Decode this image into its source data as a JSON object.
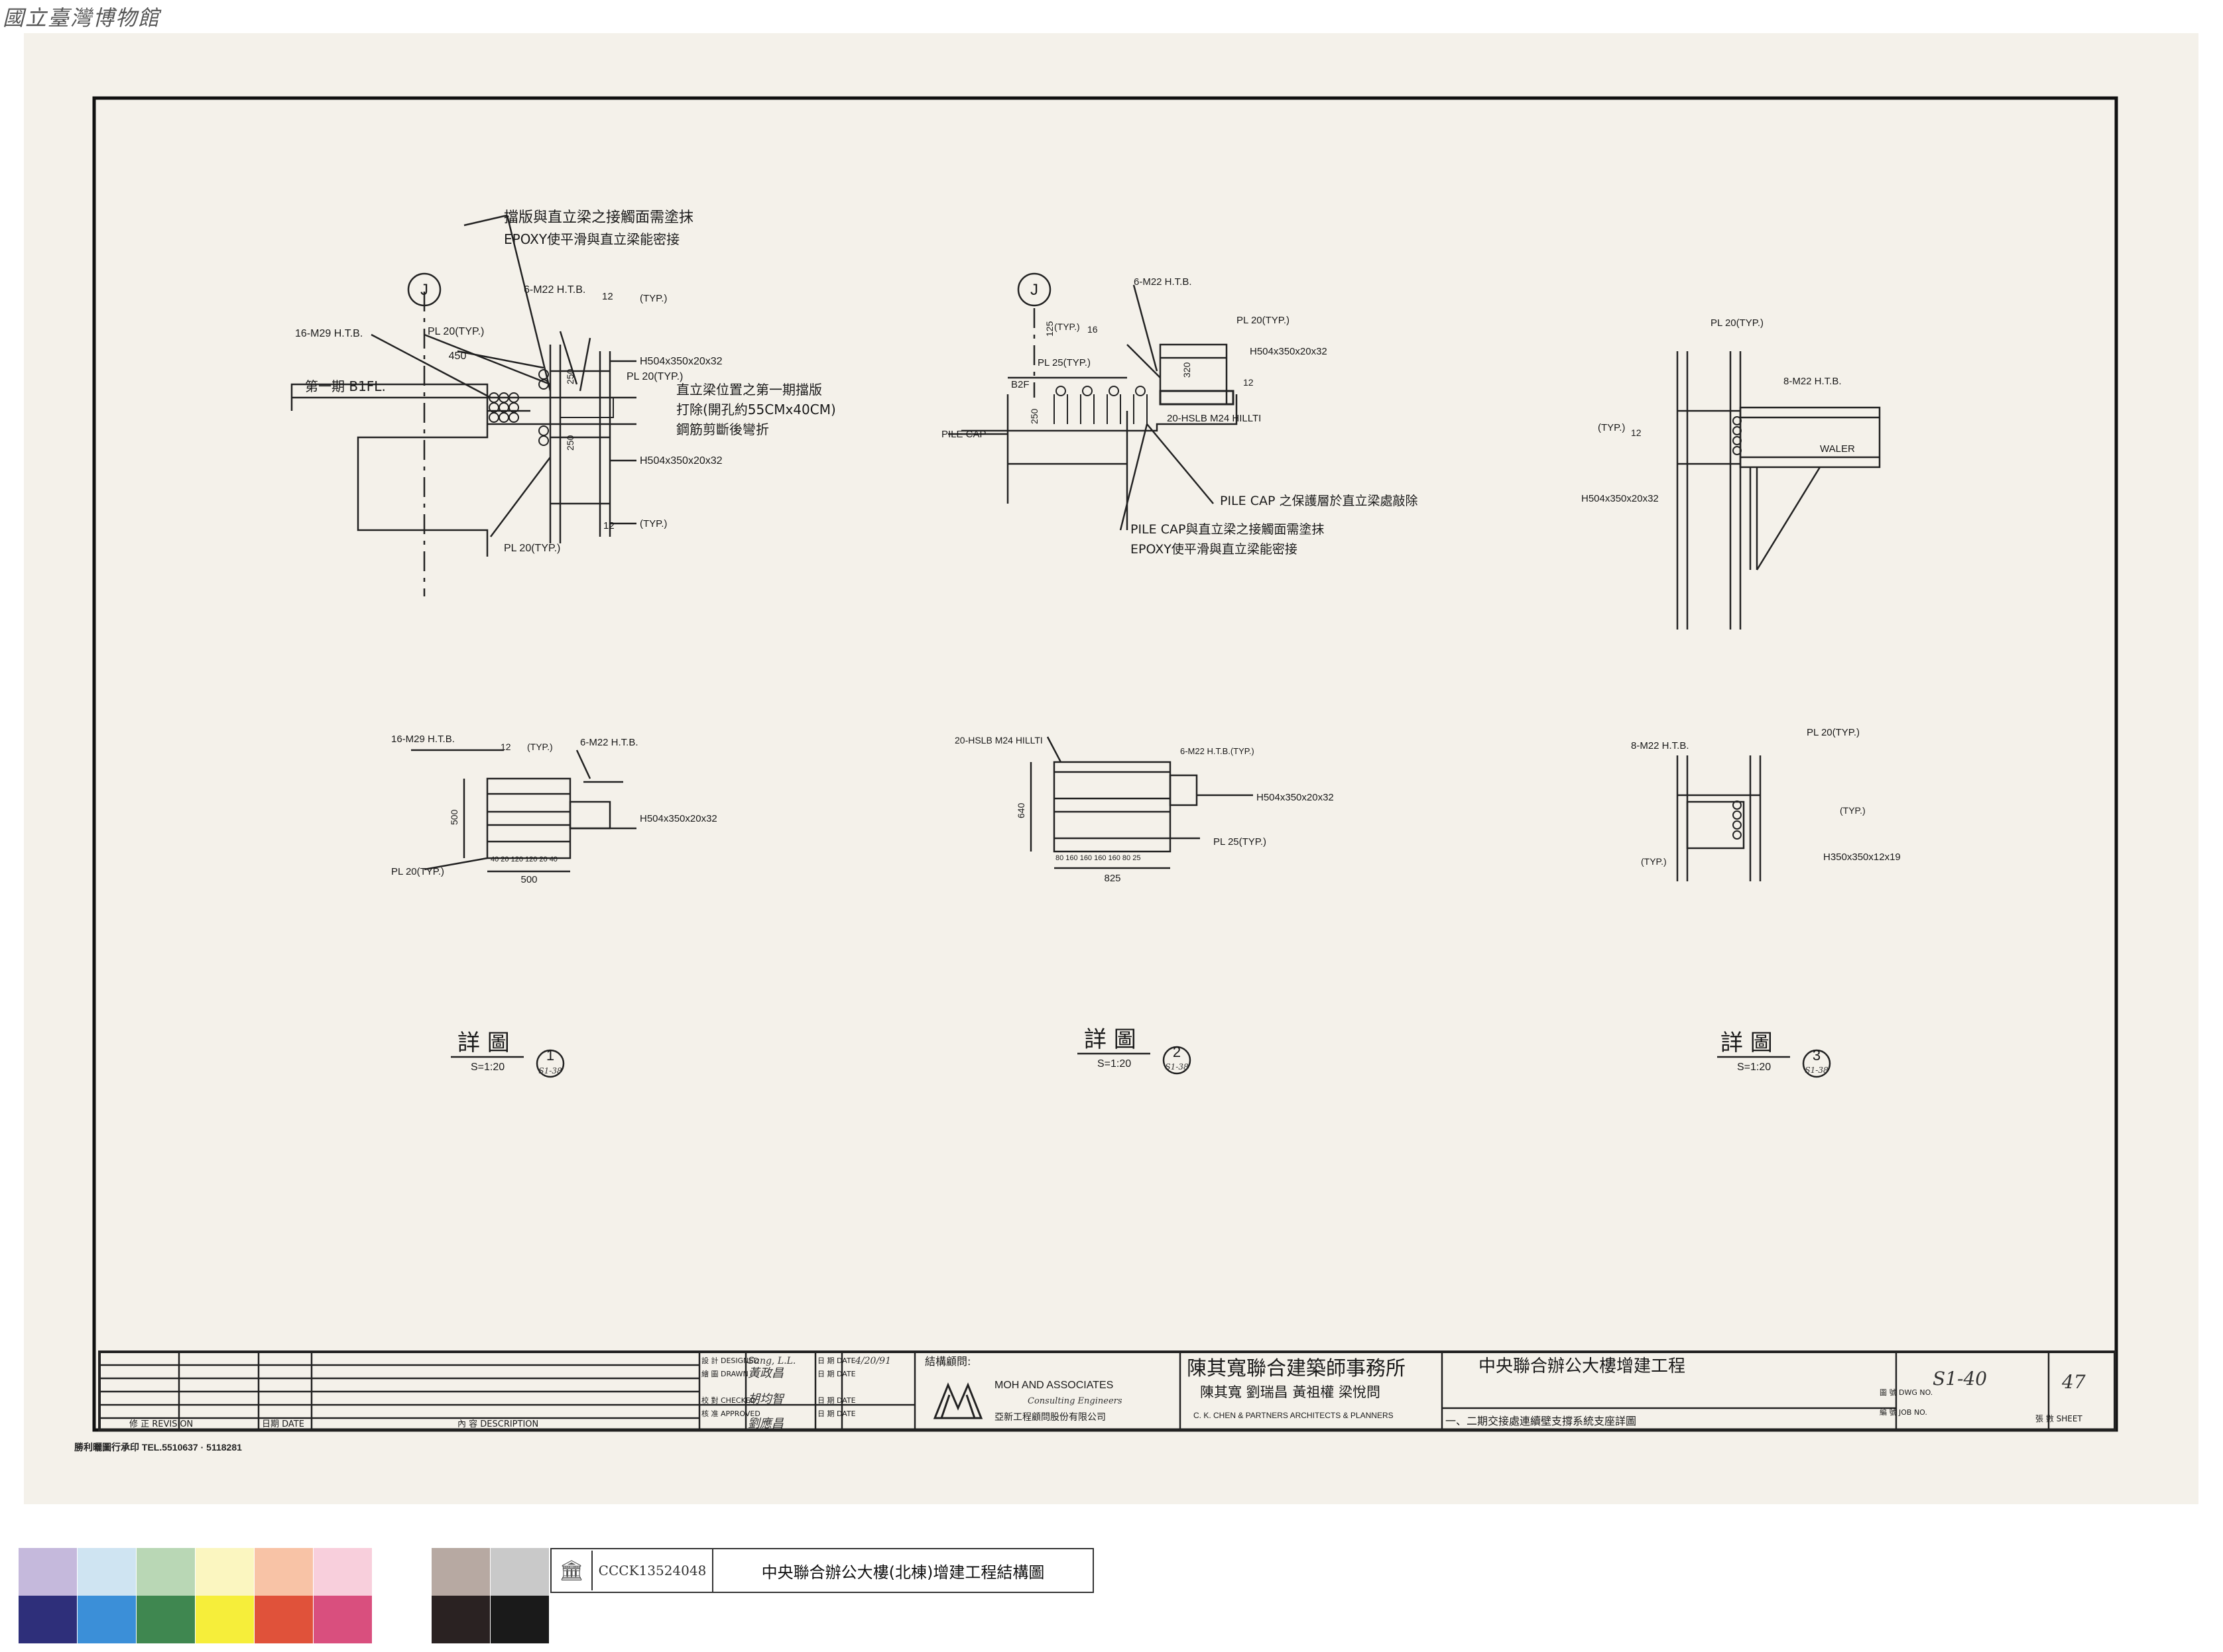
{
  "watermark": "國立臺灣博物館",
  "colors": {
    "paper": "#f4f1ea",
    "ink": "#1a1a1a"
  },
  "detail1": {
    "note_top_1": "擋版與直立梁之接觸面需塗抹",
    "note_top_2": "EPOXY使平滑與直立梁能密接",
    "grid": "J",
    "bolts_main": "16-M29 H.T.B.",
    "bolts_side": "6-M22 H.T.B.",
    "plate_1": "PL 20(TYP.)",
    "dim_450": "450",
    "weld_12a": "12",
    "typ": "(TYP.)",
    "floor_label": "第一期 B1FL.",
    "plate_2": "PL 20(TYP.)",
    "dim_250a": "250",
    "dim_250b": "250",
    "beam_a": "H504x350x20x32",
    "beam_b": "H504x350x20x32",
    "note_mid_1": "直立梁位置之第一期擋版",
    "note_mid_2": "打除(開孔約55CMx40CM)",
    "note_mid_3": "鋼筋剪斷後彎折",
    "weld_12b": "12",
    "plate_3": "PL 20(TYP.)",
    "section_bolts_main": "16-M29 H.T.B.",
    "section_bolts_side": "6-M22 H.T.B.",
    "section_beam": "H504x350x20x32",
    "section_plate": "PL 20(TYP.)",
    "dim_500h": "500",
    "dim_500w": "500",
    "section_dims": "40 20 120 120 20 40",
    "title": "詳 圖",
    "num": "1",
    "ref": "S1-38",
    "scale": "S=1:20"
  },
  "detail2": {
    "grid": "J",
    "bolts": "6-M22 H.T.B.",
    "plate_a": "PL 20(TYP.)",
    "plate_b": "PL 25(TYP.)",
    "beam": "H504x350x20x32",
    "dim_125": "125",
    "weld_16": "16",
    "level": "B2F",
    "dim_250": "250",
    "dim_320": "320",
    "typ": "(TYP.)",
    "weld_12": "12",
    "anchor": "20-HSLB M24 HILLTI",
    "pile_cap": "PILE CAP",
    "note_1": "PILE CAP 之保護層於直立梁處敲除",
    "note_2": "PILE CAP與直立梁之接觸面需塗抹",
    "note_3": "EPOXY使平滑與直立梁能密接",
    "section_anchor": "20-HSLB M24 HILLTI",
    "section_bolts": "6-M22 H.T.B.(TYP.)",
    "section_beam": "H504x350x20x32",
    "section_plate": "PL 25(TYP.)",
    "dim_640": "640",
    "dim_825": "825",
    "section_dims": "80 160 160 160 160 80 25",
    "title": "詳 圖",
    "num": "2",
    "ref": "S1-38",
    "scale": "S=1:20"
  },
  "detail3": {
    "plate": "PL 20(TYP.)",
    "bolts": "8-M22 H.T.B.",
    "waler": "WALER",
    "beam": "H504x350x20x32",
    "typ": "(TYP.)",
    "weld_12": "12",
    "section_bolts": "8-M22 H.T.B.",
    "section_plate": "PL 20(TYP.)",
    "section_beam": "H350x350x12x19",
    "title": "詳 圖",
    "num": "3",
    "ref": "S1-38",
    "scale": "S=1:20"
  },
  "titleblock": {
    "rev_label": "修 正 REVISION",
    "date_label": "日期 DATE",
    "desc_label": "內 容 DESCRIPTION",
    "designed": "設 計 DESIGNED",
    "drawn": "繪 圖 DRAWN",
    "checked": "校 對 CHECKED",
    "approved": "核 准 APPROVED",
    "date_col": "日 期 DATE",
    "designed_by": "Sang, L.L.",
    "drawn_by": "黃政昌",
    "checked_by": "胡均智",
    "approved_by": "劉應昌",
    "date_value": "4/20/91",
    "consultant_label": "結構顧問:",
    "consultant_name": "MOH AND ASSOCIATES",
    "consultant_sub": "Consulting Engineers",
    "consultant_cn": "亞新工程顧問股份有限公司",
    "firm_cn": "陳其寬聯合建築師事務所",
    "partners_cn": "陳其寬 劉瑞昌 黃祖權 梁悅問",
    "firm_en": "C. K. CHEN & PARTNERS  ARCHITECTS & PLANNERS",
    "project": "中央聯合辦公大樓增建工程",
    "drawing_title": "一、二期交接處連續壁支撐系統支座詳圖",
    "dwg_label": "圖 號 DWG NO.",
    "job_label": "編 號 JOB NO.",
    "dwg_no": "S1-40",
    "sheet_label": "張 數 SHEET",
    "sheet_no": "47"
  },
  "printer": "勝利曬圖行承印 TEL.5510637 · 5118281",
  "archive": {
    "code": "CCCK13524048",
    "title": "中央聯合辦公大樓(北棟)增建工程結構圖"
  },
  "swatch_colors": {
    "top": [
      "#c5b9dc",
      "#cfe4f2",
      "#b9d7b5",
      "#fbf6c0",
      "#f8c3a6",
      "#f8cfdc",
      "#ffffff",
      "#b7a9a2",
      "#c9c9c9"
    ],
    "bottom": [
      "#2e2f7a",
      "#3b8fd8",
      "#3f8750",
      "#f6ee3a",
      "#e0523a",
      "#d94f7e",
      "#ffffff",
      "#2a2222",
      "#1a1a1a"
    ]
  }
}
